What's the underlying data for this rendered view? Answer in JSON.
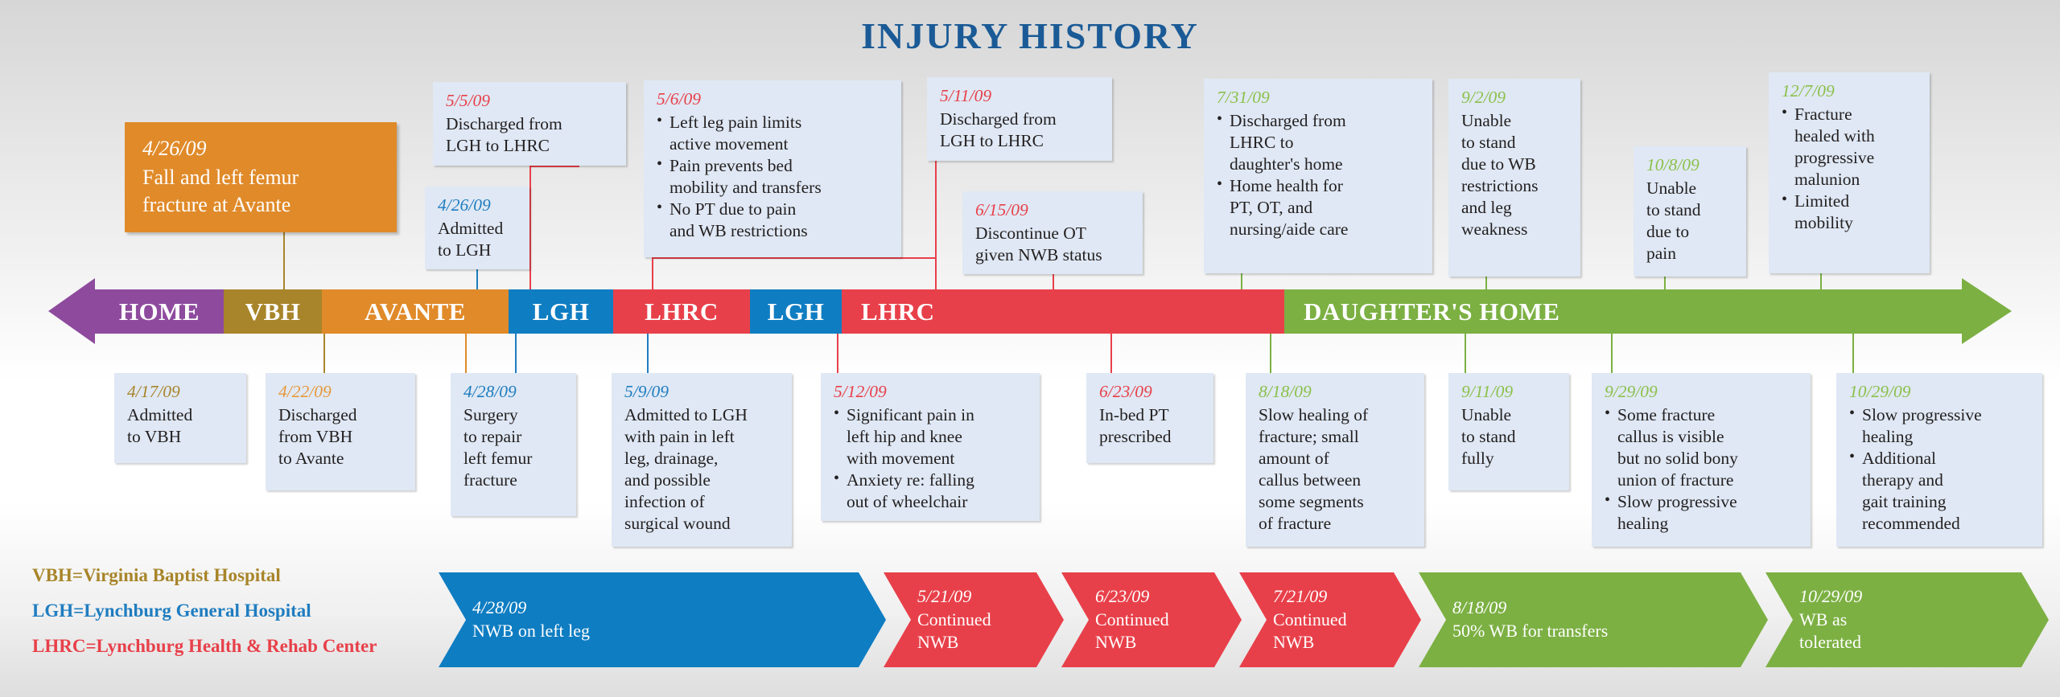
{
  "title": "INJURY HISTORY",
  "colors": {
    "home": "#8e4b9e",
    "vbh": "#a8852a",
    "avante": "#e08a29",
    "lgh": "#0f7dc2",
    "lhrc": "#e8404a",
    "daughters_home": "#7cb043",
    "card_bg": "#dfe8f4",
    "title_blue": "#1a5a96"
  },
  "timeline": {
    "segments": [
      {
        "label": "HOME",
        "color": "#8e4b9e",
        "align": "center"
      },
      {
        "label": "VBH",
        "color": "#a8852a",
        "align": "center"
      },
      {
        "label": "AVANTE",
        "color": "#e08a29",
        "align": "center"
      },
      {
        "label": "LGH",
        "color": "#0f7dc2",
        "align": "center"
      },
      {
        "label": "LHRC",
        "color": "#e8404a",
        "align": "center"
      },
      {
        "label": "LGH",
        "color": "#0f7dc2",
        "align": "center"
      },
      {
        "label": "LHRC",
        "color": "#e8404a",
        "align": "left"
      },
      {
        "label": "DAUGHTER'S HOME",
        "color": "#7cb043",
        "align": "left"
      }
    ]
  },
  "cards_above": [
    {
      "id": "fall-avante",
      "date": "4/26/09",
      "date_color": "white",
      "lines": [
        "Fall and left femur",
        "fracture at Avante"
      ],
      "bullets": false,
      "style": "orange"
    },
    {
      "id": "discharged-lgh-lhrc-5-5",
      "date": "5/5/09",
      "date_color": "red",
      "lines": [
        "Discharged from",
        "LGH to LHRC"
      ],
      "bullets": false
    },
    {
      "id": "admitted-lgh-4-26",
      "date": "4/26/09",
      "date_color": "blue",
      "lines": [
        "Admitted",
        "to LGH"
      ],
      "bullets": false
    },
    {
      "id": "pain-limits-5-6",
      "date": "5/6/09",
      "date_color": "red",
      "bullets": true,
      "items": [
        [
          "Left leg pain limits",
          "active movement"
        ],
        [
          "Pain prevents bed",
          "mobility and transfers"
        ],
        [
          "No PT due to pain",
          "and WB restrictions"
        ]
      ]
    },
    {
      "id": "discharged-lgh-lhrc-5-11",
      "date": "5/11/09",
      "date_color": "red",
      "lines": [
        "Discharged from",
        "LGH to LHRC"
      ],
      "bullets": false
    },
    {
      "id": "discontinue-ot-6-15",
      "date": "6/15/09",
      "date_color": "red",
      "lines": [
        "Discontinue OT",
        "given NWB status"
      ],
      "bullets": false
    },
    {
      "id": "discharged-home-7-31",
      "date": "7/31/09",
      "date_color": "green",
      "bullets": true,
      "items": [
        [
          "Discharged from",
          "LHRC to",
          "daughter's home"
        ],
        [
          "Home health for",
          "PT, OT, and",
          "nursing/aide care"
        ]
      ]
    },
    {
      "id": "unable-stand-9-2",
      "date": "9/2/09",
      "date_color": "green",
      "lines": [
        "Unable",
        "to stand",
        "due to WB",
        "restrictions",
        "and leg",
        "weakness"
      ],
      "bullets": false
    },
    {
      "id": "unable-stand-10-8",
      "date": "10/8/09",
      "date_color": "green",
      "lines": [
        "Unable",
        "to stand",
        "due to",
        "pain"
      ],
      "bullets": false
    },
    {
      "id": "fracture-healed-12-7",
      "date": "12/7/09",
      "date_color": "green",
      "bullets": true,
      "items": [
        [
          "Fracture",
          "healed with",
          "progressive",
          "malunion"
        ],
        [
          "Limited",
          "mobility"
        ]
      ]
    }
  ],
  "cards_below": [
    {
      "id": "admitted-vbh-4-17",
      "date": "4/17/09",
      "date_color": "gold",
      "lines": [
        "Admitted",
        "to VBH"
      ],
      "bullets": false
    },
    {
      "id": "discharged-vbh-4-22",
      "date": "4/22/09",
      "date_color": "orange",
      "lines": [
        "Discharged",
        "from VBH",
        "to Avante"
      ],
      "bullets": false
    },
    {
      "id": "surgery-4-28",
      "date": "4/28/09",
      "date_color": "blue",
      "lines": [
        "Surgery",
        "to repair",
        "left femur",
        "fracture"
      ],
      "bullets": false
    },
    {
      "id": "admitted-lgh-5-9",
      "date": "5/9/09",
      "date_color": "blue",
      "lines": [
        "Admitted to LGH",
        "with pain in left",
        "leg, drainage,",
        "and possible",
        "infection of",
        "surgical wound"
      ],
      "bullets": false
    },
    {
      "id": "significant-pain-5-12",
      "date": "5/12/09",
      "date_color": "red",
      "bullets": true,
      "items": [
        [
          "Significant pain in",
          "left hip and knee",
          "with movement"
        ],
        [
          "Anxiety re: falling",
          "out of wheelchair"
        ]
      ]
    },
    {
      "id": "in-bed-pt-6-23",
      "date": "6/23/09",
      "date_color": "red",
      "lines": [
        "In-bed PT",
        "prescribed"
      ],
      "bullets": false
    },
    {
      "id": "slow-healing-8-18",
      "date": "8/18/09",
      "date_color": "green",
      "lines": [
        "Slow healing of",
        "fracture; small",
        "amount of",
        "callus between",
        "some segments",
        "of fracture"
      ],
      "bullets": false
    },
    {
      "id": "unable-stand-fully-9-11",
      "date": "9/11/09",
      "date_color": "green",
      "lines": [
        "Unable",
        "to stand",
        "fully"
      ],
      "bullets": false
    },
    {
      "id": "fracture-callus-9-29",
      "date": "9/29/09",
      "date_color": "green",
      "bullets": true,
      "items": [
        [
          "Some fracture",
          "callus is visible",
          "but no solid bony",
          "union of fracture"
        ],
        [
          "Slow progressive",
          "healing"
        ]
      ]
    },
    {
      "id": "slow-progressive-10-29",
      "date": "10/29/09",
      "date_color": "green",
      "bullets": true,
      "items": [
        [
          "Slow progressive",
          "healing"
        ],
        [
          "Additional",
          "therapy and",
          "gait training",
          "recommended"
        ]
      ]
    }
  ],
  "legend": [
    {
      "text": "VBH=Virginia Baptist Hospital",
      "color_class": "lg-gold"
    },
    {
      "text": "LGH=Lynchburg General Hospital",
      "color_class": "lg-blue"
    },
    {
      "text": "LHRC=Lynchburg Health & Rehab Center",
      "color_class": "lg-red"
    }
  ],
  "weight_bearing": [
    {
      "id": "wb-nwb-4-28",
      "date": "4/28/09",
      "text": [
        "NWB on left leg"
      ],
      "color": "#0f7dc2"
    },
    {
      "id": "wb-cont-5-21",
      "date": "5/21/09",
      "text": [
        "Continued",
        "NWB"
      ],
      "color": "#e8404a"
    },
    {
      "id": "wb-cont-6-23",
      "date": "6/23/09",
      "text": [
        "Continued",
        "NWB"
      ],
      "color": "#e8404a"
    },
    {
      "id": "wb-cont-7-21",
      "date": "7/21/09",
      "text": [
        "Continued",
        "NWB"
      ],
      "color": "#e8404a"
    },
    {
      "id": "wb-50-8-18",
      "date": "8/18/09",
      "text": [
        "50% WB for transfers"
      ],
      "color": "#7cb043"
    },
    {
      "id": "wb-tolerated-10-29",
      "date": "10/29/09",
      "text": [
        "WB as",
        "tolerated"
      ],
      "color": "#7cb043"
    }
  ]
}
